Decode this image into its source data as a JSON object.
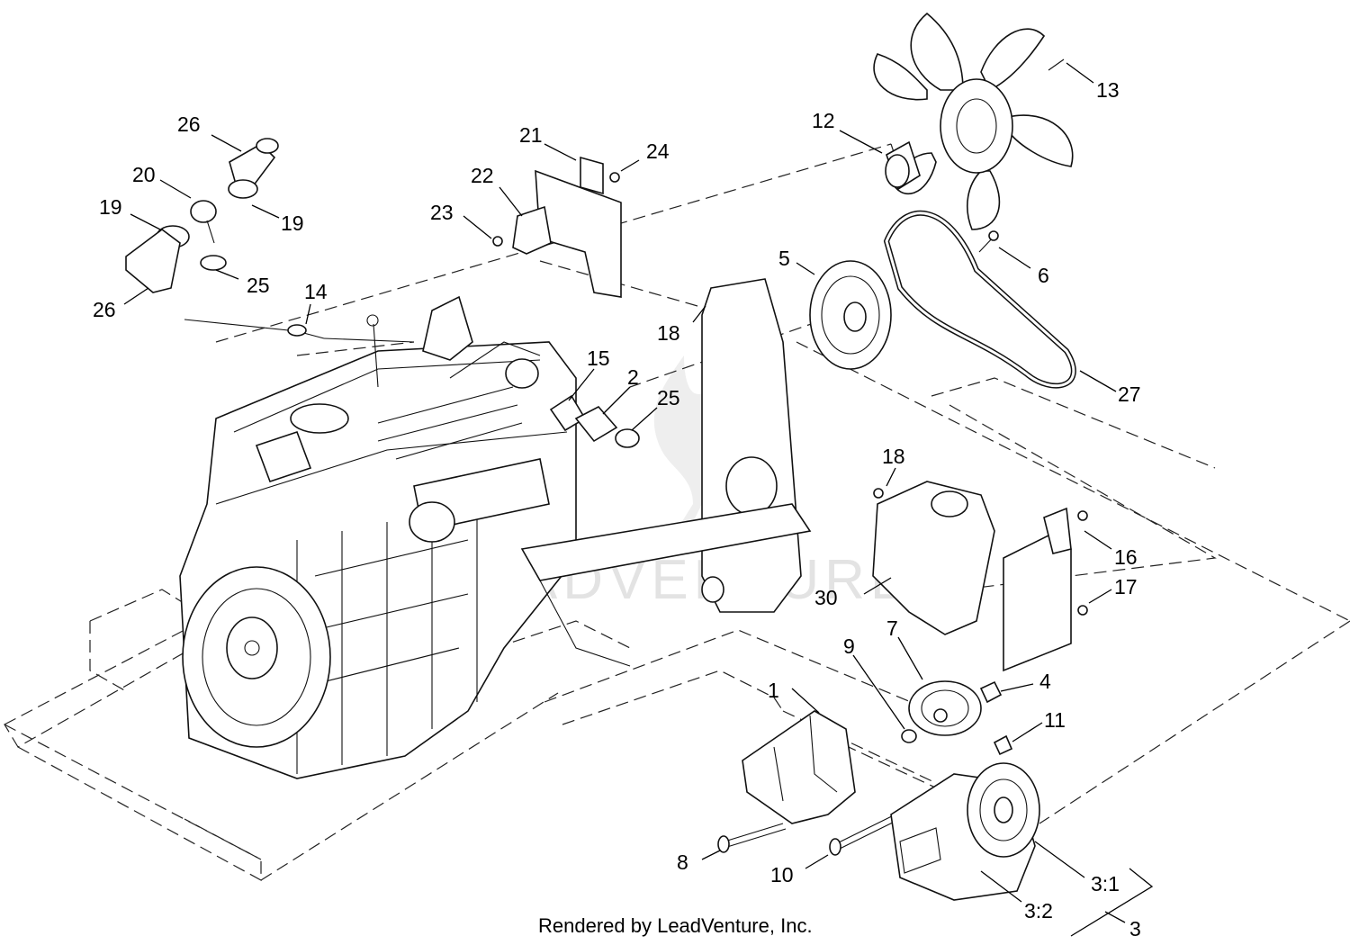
{
  "diagram": {
    "callouts": [
      {
        "id": "c1",
        "text": "1"
      },
      {
        "id": "c2",
        "text": "2"
      },
      {
        "id": "c3",
        "text": "3"
      },
      {
        "id": "c3-1",
        "text": "3:1"
      },
      {
        "id": "c3-2",
        "text": "3:2"
      },
      {
        "id": "c4",
        "text": "4"
      },
      {
        "id": "c5",
        "text": "5"
      },
      {
        "id": "c6",
        "text": "6"
      },
      {
        "id": "c7",
        "text": "7"
      },
      {
        "id": "c8",
        "text": "8"
      },
      {
        "id": "c9",
        "text": "9"
      },
      {
        "id": "c10",
        "text": "10"
      },
      {
        "id": "c11",
        "text": "11"
      },
      {
        "id": "c12",
        "text": "12"
      },
      {
        "id": "c13",
        "text": "13"
      },
      {
        "id": "c14",
        "text": "14"
      },
      {
        "id": "c15",
        "text": "15"
      },
      {
        "id": "c16",
        "text": "16"
      },
      {
        "id": "c17",
        "text": "17"
      },
      {
        "id": "c18a",
        "text": "18"
      },
      {
        "id": "c18b",
        "text": "18"
      },
      {
        "id": "c19a",
        "text": "19"
      },
      {
        "id": "c19b",
        "text": "19"
      },
      {
        "id": "c20",
        "text": "20"
      },
      {
        "id": "c21",
        "text": "21"
      },
      {
        "id": "c22",
        "text": "22"
      },
      {
        "id": "c23",
        "text": "23"
      },
      {
        "id": "c24",
        "text": "24"
      },
      {
        "id": "c25a",
        "text": "25"
      },
      {
        "id": "c25b",
        "text": "25"
      },
      {
        "id": "c26a",
        "text": "26"
      },
      {
        "id": "c26b",
        "text": "26"
      },
      {
        "id": "c27",
        "text": "27"
      },
      {
        "id": "c30",
        "text": "30"
      }
    ],
    "credit": "Rendered by LeadVenture, Inc.",
    "watermark": "LEADVENTURE"
  }
}
